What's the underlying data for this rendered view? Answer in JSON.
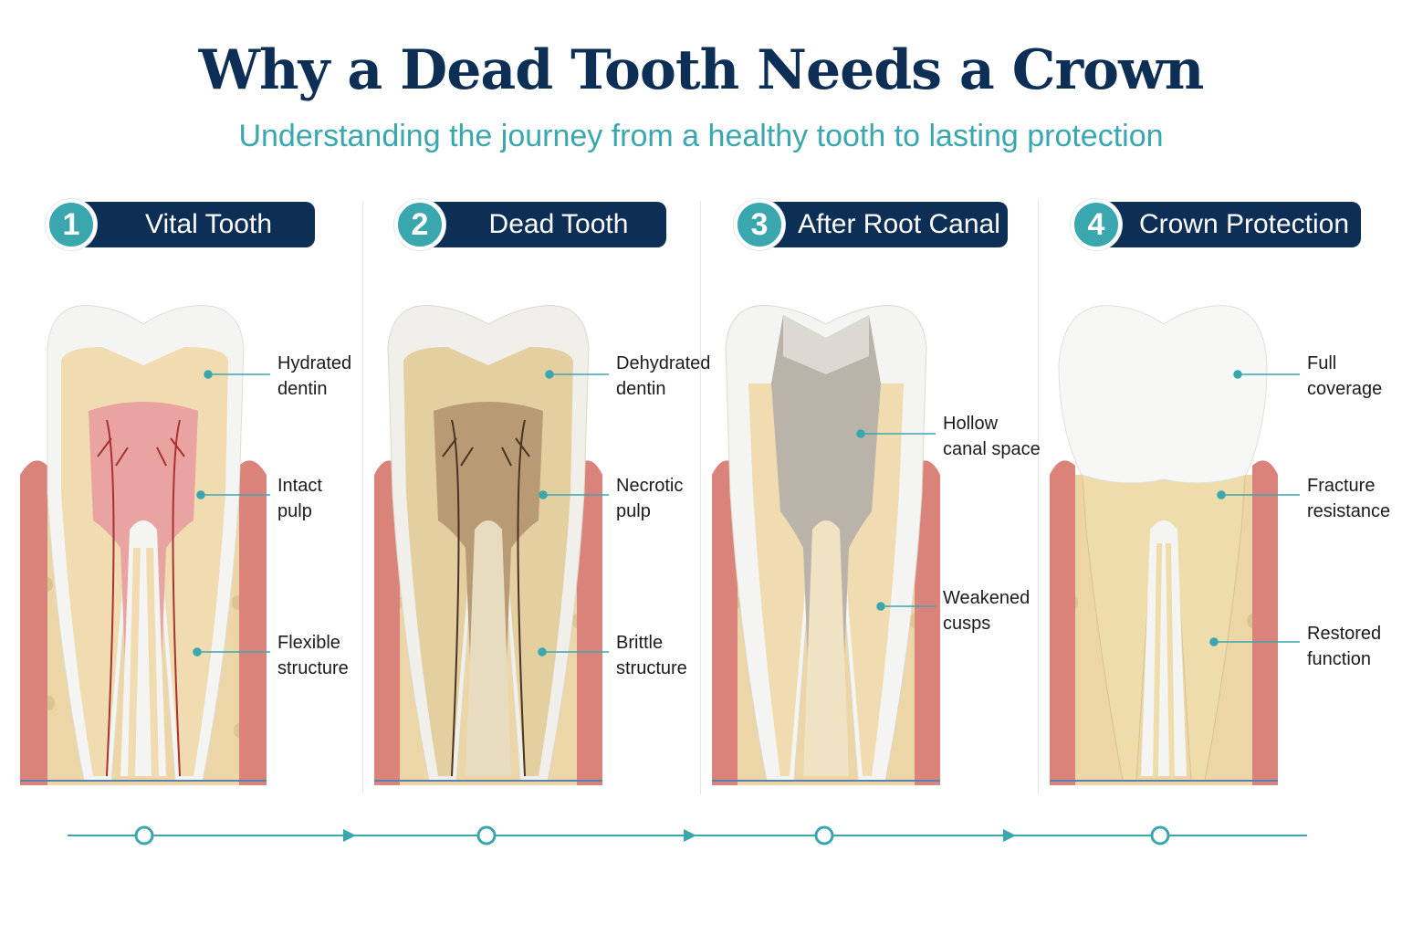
{
  "title": "Why a Dead Tooth Needs a Crown",
  "subtitle": "Understanding the journey from a healthy tooth to lasting protection",
  "colors": {
    "navy": "#0e2f55",
    "teal": "#3aa6ae",
    "gum": "#d9837a",
    "bone": "#ecd6a8",
    "enamel": "#f4f4f2",
    "dentin": "#f0dcb0",
    "pulp_vital": "#e9a3a0",
    "pulp_dead": "#8a6a4f"
  },
  "steps": [
    {
      "number": "1",
      "title": "Vital Tooth",
      "labels": [
        {
          "text": "Hydrated\ndentin"
        },
        {
          "text": "Intact\npulp"
        },
        {
          "text": "Flexible\nstructure"
        }
      ]
    },
    {
      "number": "2",
      "title": "Dead Tooth",
      "labels": [
        {
          "text": "Dehydrated\ndentin"
        },
        {
          "text": "Necrotic\npulp"
        },
        {
          "text": "Brittle\nstructure"
        }
      ]
    },
    {
      "number": "3",
      "title": "After Root Canal",
      "labels": [
        {
          "text": "Hollow\ncanal space"
        },
        {
          "text": "Weakened\ncusps"
        }
      ]
    },
    {
      "number": "4",
      "title": "Crown Protection",
      "labels": [
        {
          "text": "Full\ncoverage"
        },
        {
          "text": "Fracture\nresistance"
        },
        {
          "text": "Restored\nfunction"
        }
      ]
    }
  ]
}
